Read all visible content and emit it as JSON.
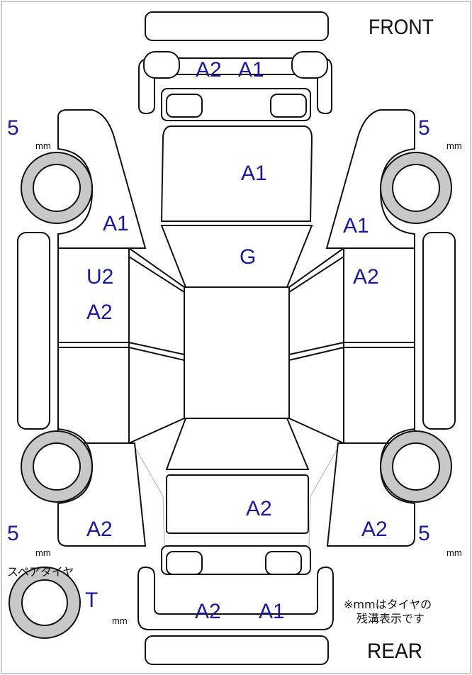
{
  "labels": {
    "front": "FRONT",
    "rear": "REAR",
    "unit": "mm",
    "spare_tire": "スペアタイヤ",
    "note_line1": "※mmはタイヤの",
    "note_line2": "残溝表示です"
  },
  "tread_depth": {
    "front_left": "5",
    "front_right": "5",
    "rear_left": "5",
    "rear_right": "5",
    "spare": "T"
  },
  "damage_codes": {
    "front_bumper_left": "A2",
    "front_bumper_right": "A1",
    "hood": "A1",
    "windshield": "G",
    "front_left_fender": "A1",
    "front_right_fender": "A1",
    "left_front_door_1": "U2",
    "left_front_door_2": "A2",
    "right_front_door": "A2",
    "trunk": "A2",
    "rear_left_fender": "A2",
    "rear_right_fender": "A2",
    "rear_bumper_left": "A2",
    "rear_bumper_right": "A1"
  },
  "colors": {
    "code": "#1a1a9a",
    "tire": "#c8c8c8"
  }
}
